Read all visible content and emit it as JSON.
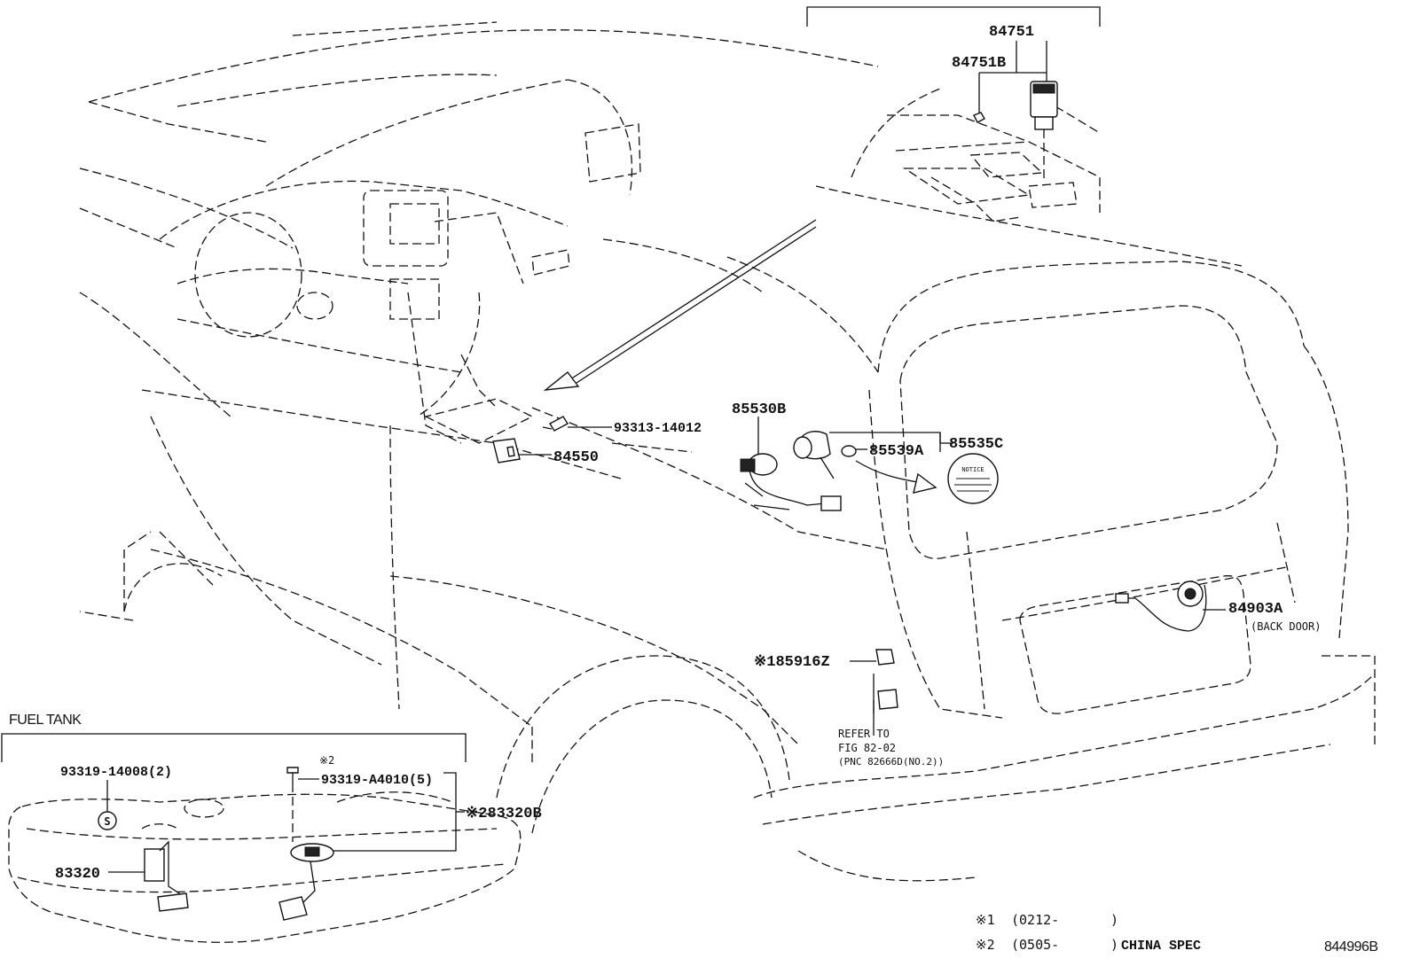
{
  "diagram": {
    "section_label": "FUEL TANK",
    "figure_code": "844996B",
    "parts": [
      {
        "id": "p84751",
        "label": "84751"
      },
      {
        "id": "p84751B",
        "label": "84751B"
      },
      {
        "id": "p85530B",
        "label": "85530B"
      },
      {
        "id": "p93313",
        "label": "93313-14012"
      },
      {
        "id": "p84550",
        "label": "84550"
      },
      {
        "id": "p85539A",
        "label": "85539A"
      },
      {
        "id": "p85535C",
        "label": "85535C"
      },
      {
        "id": "p84903A",
        "label": "84903A",
        "note": "(BACK DOOR)"
      },
      {
        "id": "p85916Z",
        "label": "※185916Z"
      },
      {
        "id": "p93319_14008",
        "label": "93319-14008(2)"
      },
      {
        "id": "p93319_A4010",
        "label": "93319-A4010(5)",
        "mark": "※2"
      },
      {
        "id": "p83320B",
        "label": "※283320B"
      },
      {
        "id": "p83320",
        "label": "83320"
      }
    ],
    "refer": {
      "line1": "REFER TO",
      "line2": "FIG 82-02",
      "line3": "(PNC 82666D(NO.2))"
    },
    "notice_label": "NOTICE",
    "footnotes": [
      {
        "mark": "※1",
        "text": "(0212-",
        "close": ")",
        "note": ""
      },
      {
        "mark": "※2",
        "text": "(0505-",
        "close": ")",
        "note": "CHINA SPEC"
      }
    ]
  }
}
